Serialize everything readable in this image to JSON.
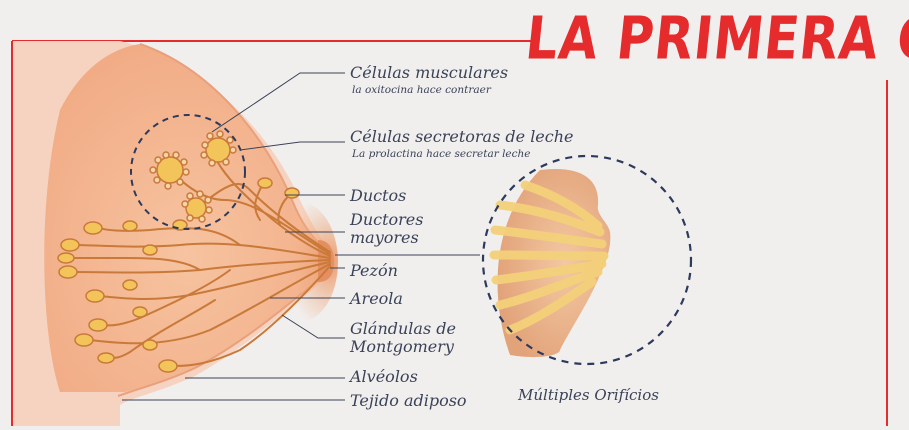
{
  "title": "LA PRIMERA GOTA",
  "colors": {
    "accent_red": "#e52b2b",
    "label_text": "#3a4257",
    "skin": "#f4b692",
    "ducts": "#c97a3a",
    "alveoli_fill": "#f2c45a",
    "dashed_circle": "#2d3a5c"
  },
  "labels": {
    "celulas_musculares": "Células musculares",
    "celulas_musculares_sub": "la oxitocina hace contraer",
    "celulas_secretoras": "Células secretoras de leche",
    "celulas_secretoras_sub": "La prolactina hace secretar leche",
    "ductos": "Ductos",
    "ductores_mayores_1": "Ductores",
    "ductores_mayores_2": "mayores",
    "pezon": "Pezón",
    "areola": "Areola",
    "glandulas_1": "Glándulas de",
    "glandulas_2": "Montgomery",
    "alveolos": "Alvéolos",
    "tejido": "Tejido adiposo",
    "multiples": "Múltiples Orifícios"
  }
}
